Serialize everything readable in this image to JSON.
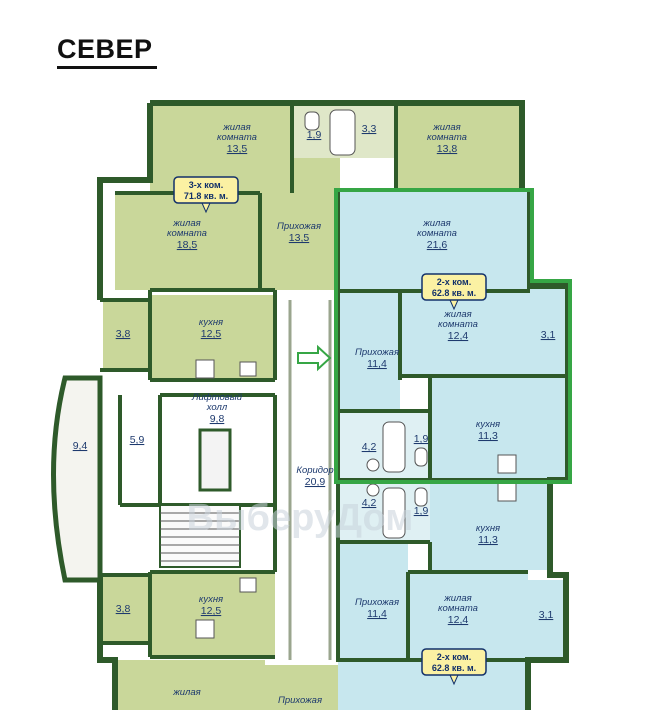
{
  "heading": "СЕВЕР",
  "watermark": "ВыберуДом",
  "colors": {
    "green_room": "#c9d79a",
    "blue_room": "#c7e7ee",
    "wall": "#2e5a2a",
    "highlight": "#36a645",
    "tag_bg": "#fbf1a3",
    "text": "#1e3a6e"
  },
  "rooms": [
    {
      "id": "r1",
      "label": "жилая\nкомната",
      "area": "13,5"
    },
    {
      "id": "r2",
      "label": "",
      "area": "1,9"
    },
    {
      "id": "r3",
      "label": "",
      "area": "3,3"
    },
    {
      "id": "r4",
      "label": "жилая\nкомната",
      "area": "13,8"
    },
    {
      "id": "r5",
      "label": "жилая\nкомната",
      "area": "18,5"
    },
    {
      "id": "r6",
      "label": "Прихожая",
      "area": "13,5"
    },
    {
      "id": "r7",
      "label": "жилая\nкомната",
      "area": "21,6"
    },
    {
      "id": "r8",
      "label": "",
      "area": "3,8"
    },
    {
      "id": "r9",
      "label": "кухня",
      "area": "12,5"
    },
    {
      "id": "r10",
      "label": "жилая\nкомната",
      "area": "12,4"
    },
    {
      "id": "r11",
      "label": "",
      "area": "3,1"
    },
    {
      "id": "r12",
      "label": "Прихожая",
      "area": "11,4"
    },
    {
      "id": "r13",
      "label": "Лифтовый\nхолл",
      "area": "9,8"
    },
    {
      "id": "r14",
      "label": "",
      "area": "9,4"
    },
    {
      "id": "r15",
      "label": "",
      "area": "5,9"
    },
    {
      "id": "r16",
      "label": "",
      "area": "4,2"
    },
    {
      "id": "r17",
      "label": "",
      "area": "1,9"
    },
    {
      "id": "r18",
      "label": "кухня",
      "area": "11,3"
    },
    {
      "id": "r19",
      "label": "Коридор",
      "area": "20,9"
    },
    {
      "id": "r20",
      "label": "",
      "area": "4,2"
    },
    {
      "id": "r21",
      "label": "",
      "area": "1,9"
    },
    {
      "id": "r22",
      "label": "кухня",
      "area": "11,3"
    },
    {
      "id": "r23",
      "label": "",
      "area": "3,8"
    },
    {
      "id": "r24",
      "label": "кухня",
      "area": "12,5"
    },
    {
      "id": "r25",
      "label": "Прихожая",
      "area": "11,4"
    },
    {
      "id": "r26",
      "label": "жилая\nкомната",
      "area": "12,4"
    },
    {
      "id": "r27",
      "label": "",
      "area": "3,1"
    },
    {
      "id": "r28",
      "label": "жилая",
      "area": ""
    },
    {
      "id": "r29",
      "label": "Прихожая",
      "area": ""
    }
  ],
  "tags": [
    {
      "id": "t1",
      "line1": "3-х ком.",
      "line2": "71.8 кв. м."
    },
    {
      "id": "t2",
      "line1": "2-х ком.",
      "line2": "62.8 кв. м."
    },
    {
      "id": "t3",
      "line1": "2-х ком.",
      "line2": "62.8 кв. м."
    }
  ]
}
